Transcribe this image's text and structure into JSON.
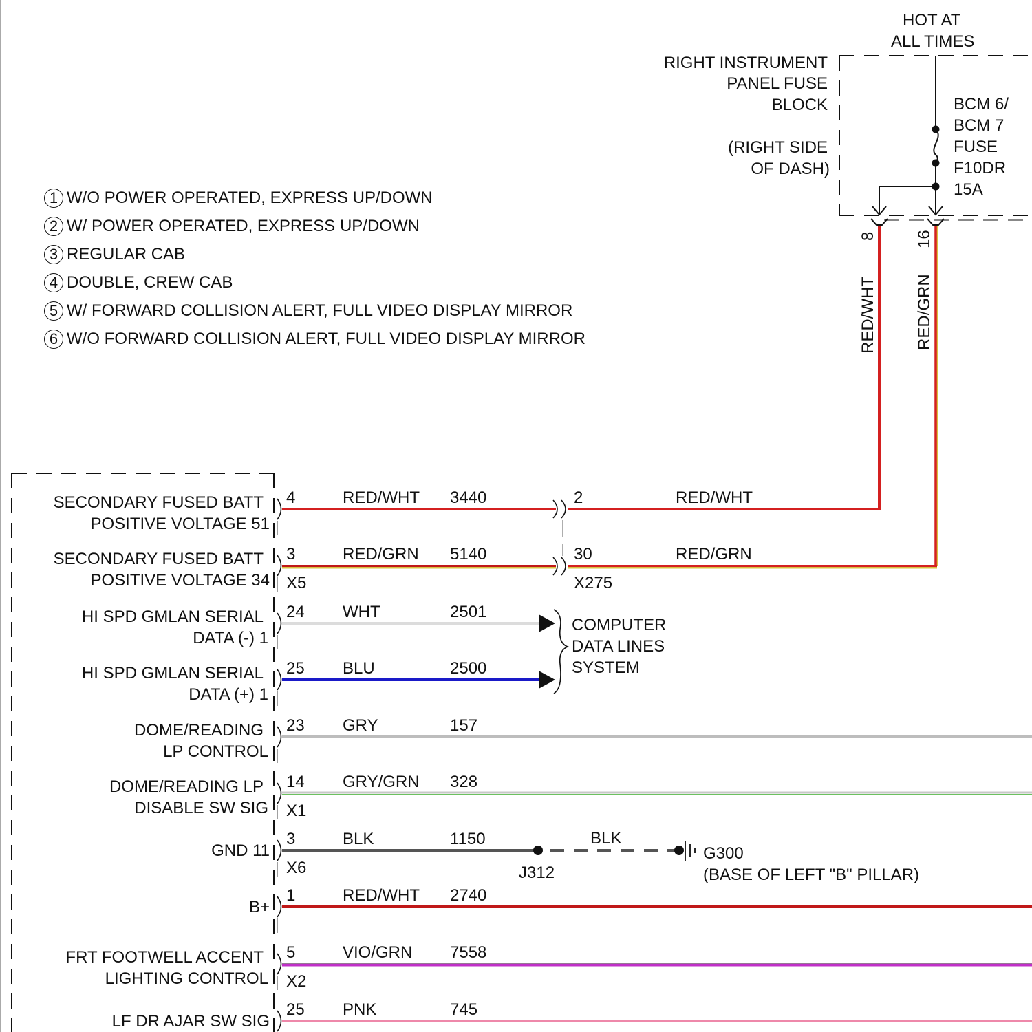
{
  "fuse_block": {
    "supply_label_1": "HOT AT",
    "supply_label_2": "ALL TIMES",
    "name_1": "RIGHT INSTRUMENT",
    "name_2": "PANEL FUSE",
    "name_3": "BLOCK",
    "location_1": "(RIGHT SIDE",
    "location_2": "OF DASH)",
    "fuse_1": "BCM 6/",
    "fuse_2": "BCM 7",
    "fuse_3": "FUSE",
    "fuse_4": "F10DR",
    "fuse_5": "15A",
    "pin_left": "8",
    "pin_right": "16",
    "wire_left_color": "RED/WHT",
    "wire_right_color": "RED/GRN"
  },
  "legend": [
    {
      "num": "1",
      "text": "W/O POWER OPERATED, EXPRESS UP/DOWN"
    },
    {
      "num": "2",
      "text": "W/ POWER OPERATED, EXPRESS UP/DOWN"
    },
    {
      "num": "3",
      "text": "REGULAR CAB"
    },
    {
      "num": "4",
      "text": "DOUBLE, CREW CAB"
    },
    {
      "num": "5",
      "text": "W/ FORWARD COLLISION ALERT, FULL VIDEO DISPLAY MIRROR"
    },
    {
      "num": "6",
      "text": "W/O FORWARD COLLISION ALERT, FULL VIDEO DISPLAY MIRROR"
    }
  ],
  "module_circuits": [
    {
      "label_1": "SECONDARY FUSED BATT",
      "label_2": "POSITIVE VOLTAGE 51",
      "pin": "4",
      "color": "RED/WHT",
      "circuit": "3440",
      "connector": ""
    },
    {
      "label_1": "SECONDARY FUSED BATT",
      "label_2": "POSITIVE VOLTAGE 34",
      "pin": "3",
      "color": "RED/GRN",
      "circuit": "5140",
      "connector": "X5"
    },
    {
      "label_1": "HI SPD GMLAN SERIAL",
      "label_2": "DATA (-) 1",
      "pin": "24",
      "color": "WHT",
      "circuit": "2501",
      "connector": ""
    },
    {
      "label_1": "HI SPD GMLAN SERIAL",
      "label_2": "DATA (+) 1",
      "pin": "25",
      "color": "BLU",
      "circuit": "2500",
      "connector": ""
    },
    {
      "label_1": "DOME/READING",
      "label_2": "LP CONTROL",
      "pin": "23",
      "color": "GRY",
      "circuit": "157",
      "connector": ""
    },
    {
      "label_1": "DOME/READING LP",
      "label_2": "DISABLE SW SIG",
      "pin": "14",
      "color": "GRY/GRN",
      "circuit": "328",
      "connector": "X1"
    },
    {
      "label_1": "",
      "label_2": "GND 11",
      "pin": "3",
      "color": "BLK",
      "circuit": "1150",
      "connector": "X6"
    },
    {
      "label_1": "",
      "label_2": "B+",
      "pin": "1",
      "color": "RED/WHT",
      "circuit": "2740",
      "connector": ""
    },
    {
      "label_1": "FRT FOOTWELL ACCENT",
      "label_2": "LIGHTING CONTROL",
      "pin": "5",
      "color": "VIO/GRN",
      "circuit": "7558",
      "connector": "X2"
    },
    {
      "label_1": "",
      "label_2": "LF DR AJAR SW SIG",
      "pin": "25",
      "color": "PNK",
      "circuit": "745",
      "connector": ""
    }
  ],
  "inline_connector": {
    "name": "X275",
    "pin_top": "2",
    "pin_bottom": "30",
    "wire_top_color": "RED/WHT",
    "wire_bottom_color": "RED/GRN"
  },
  "data_lines": {
    "line_1": "COMPUTER",
    "line_2": "DATA LINES",
    "line_3": "SYSTEM"
  },
  "ground": {
    "splice": "J312",
    "wire_color": "BLK",
    "ground_id": "G300",
    "ground_location": "(BASE OF LEFT \"B\" PILLAR)"
  },
  "wire_colors": {
    "red": "#d42020",
    "red_dark": "#c01818",
    "yellow_stripe": "#d8c040",
    "white": "#dcdcdc",
    "blue": "#1a1ac8",
    "gray": "#bdbdbd",
    "green_stripe": "#6cc060",
    "black": "#555555",
    "violet": "#c030c8",
    "pink": "#ee88aa"
  }
}
